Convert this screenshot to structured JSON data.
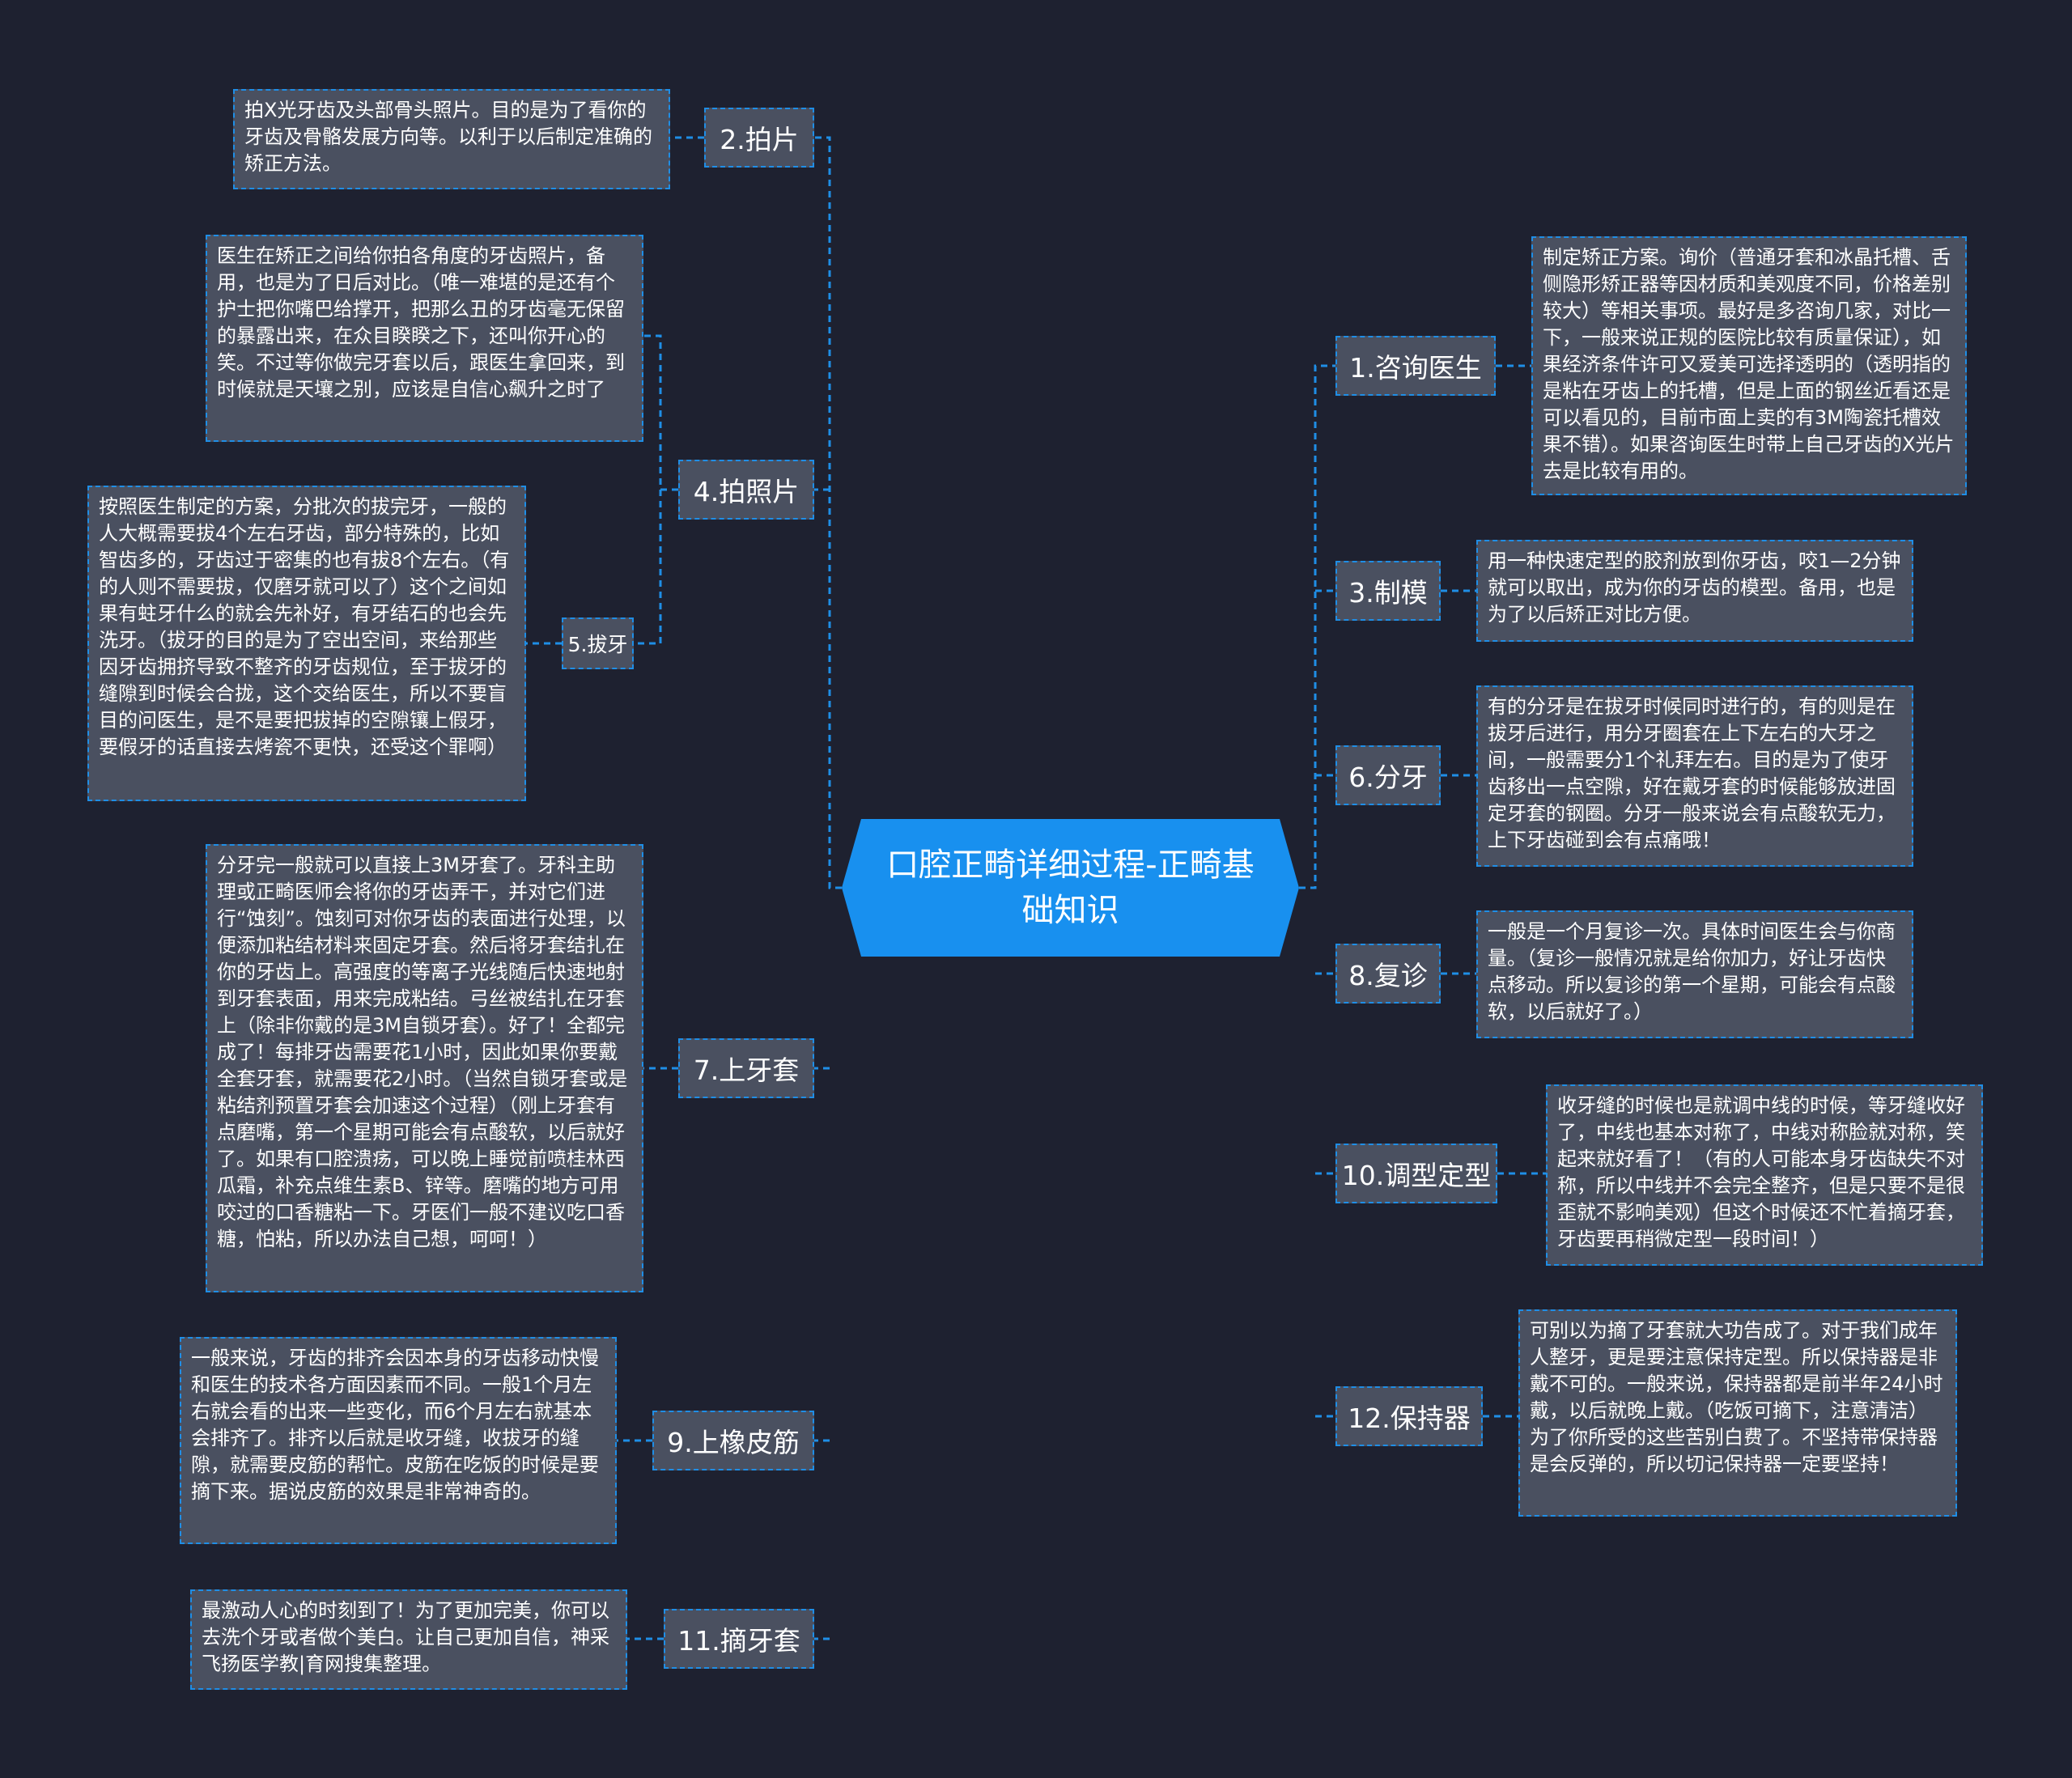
{
  "root": "口腔正畸详细过程-正畸基础知识",
  "branches": [
    {
      "label": "1.咨询医生",
      "text": "制定矫正方案。询价（普通牙套和冰晶托槽、舌侧隐形矫正器等因材质和美观度不同，价格差别较大）等相关事项。最好是多咨询几家，对比一下，一般来说正规的医院比较有质量保证），如果经济条件许可又爱美可选择透明的（透明指的是粘在牙齿上的托槽，但是上面的钢丝近看还是可以看见的，目前市面上卖的有3M陶瓷托槽效果不错）。如果咨询医生时带上自己牙齿的X光片去是比较有用的。"
    },
    {
      "label": "2.拍片",
      "text": "拍X光牙齿及头部骨头照片。目的是为了看你的牙齿及骨骼发展方向等。以利于以后制定准确的矫正方法。"
    },
    {
      "label": "3.制模",
      "text": "用一种快速定型的胶剂放到你牙齿，咬1—2分钟就可以取出，成为你的牙齿的模型。备用，也是为了以后矫正对比方便。"
    },
    {
      "label": "4.拍照片",
      "text": "医生在矫正之间给你拍各角度的牙齿照片，备用，也是为了日后对比。（唯一难堪的是还有个护士把你嘴巴给撑开，把那么丑的牙齿毫无保留的暴露出来，在众目睽睽之下，还叫你开心的笑。不过等你做完牙套以后，跟医生拿回来，到时候就是天壤之别，应该是自信心飙升之时了"
    },
    {
      "label": "5.拔牙",
      "text": "按照医生制定的方案，分批次的拔完牙，一般的人大概需要拔4个左右牙齿，部分特殊的，比如智齿多的，牙齿过于密集的也有拔8个左右。（有的人则不需要拔，仅磨牙就可以了）这个之间如果有蛀牙什么的就会先补好，有牙结石的也会先洗牙。（拔牙的目的是为了空出空间，来给那些因牙齿拥挤导致不整齐的牙齿规位，至于拔牙的缝隙到时候会合拢，这个交给医生，所以不要盲目的问医生，是不是要把拔掉的空隙镶上假牙，要假牙的话直接去烤瓷不更快，还受这个罪啊）"
    },
    {
      "label": "6.分牙",
      "text": "有的分牙是在拔牙时候同时进行的，有的则是在拔牙后进行，用分牙圈套在上下左右的大牙之间，一般需要分1个礼拜左右。目的是为了使牙齿移出一点空隙，好在戴牙套的时候能够放进固定牙套的钢圈。分牙一般来说会有点酸软无力，上下牙齿碰到会有点痛哦！"
    },
    {
      "label": "7.上牙套",
      "text": "分牙完一般就可以直接上3M牙套了。牙科主助理或正畸医师会将你的牙齿弄干，并对它们进行“蚀刻”。蚀刻可对你牙齿的表面进行处理，以便添加粘结材料来固定牙套。然后将牙套结扎在你的牙齿上。高强度的等离子光线随后快速地射到牙套表面，用来完成粘结。弓丝被结扎在牙套上（除非你戴的是3M自锁牙套）。好了！全都完成了！每排牙齿需要花1小时，因此如果你要戴全套牙套，就需要花2小时。（当然自锁牙套或是粘结剂预置牙套会加速这个过程）（刚上牙套有点磨嘴，第一个星期可能会有点酸软，以后就好了。如果有口腔溃疡，可以晚上睡觉前喷桂林西瓜霜，补充点维生素B、锌等。磨嘴的地方可用咬过的口香糖粘一下。牙医们一般不建议吃口香糖，怕粘，所以办法自己想，呵呵！）"
    },
    {
      "label": "8.复诊",
      "text": "一般是一个月复诊一次。具体时间医生会与你商量。（复诊一般情况就是给你加力，好让牙齿快点移动。所以复诊的第一个星期，可能会有点酸软，以后就好了。）"
    },
    {
      "label": "9.上橡皮筋",
      "text": "一般来说，牙齿的排齐会因本身的牙齿移动快慢和医生的技术各方面因素而不同。一般1个月左右就会看的出来一些变化，而6个月左右就基本会排齐了。排齐以后就是收牙缝，收拔牙的缝隙，就需要皮筋的帮忙。皮筋在吃饭的时候是要摘下来。据说皮筋的效果是非常神奇的。"
    },
    {
      "label": "10.调型定型",
      "text": "收牙缝的时候也是就调中线的时候，等牙缝收好了，中线也基本对称了，中线对称脸就对称，笑起来就好看了！（有的人可能本身牙齿缺失不对称，所以中线并不会完全整齐，但是只要不是很歪就不影响美观）但这个时候还不忙着摘牙套，牙齿要再稍微定型一段时间！）"
    },
    {
      "label": "11.摘牙套",
      "text": "最激动人心的时刻到了！为了更加完美，你可以去洗个牙或者做个美白。让自己更加自信，神采飞扬医学教|育网搜集整理。"
    },
    {
      "label": "12.保持器",
      "text": "可别以为摘了牙套就大功告成了。对于我们成年人整牙，更是要注意保持定型。所以保持器是非戴不可的。一般来说，保持器都是前半年24小时戴，以后就晚上戴。（吃饭可摘下，注意清洁）为了你所受的这些苦别白费了。不坚持带保持器是会反弹的，所以切记保持器一定要坚持！"
    }
  ]
}
